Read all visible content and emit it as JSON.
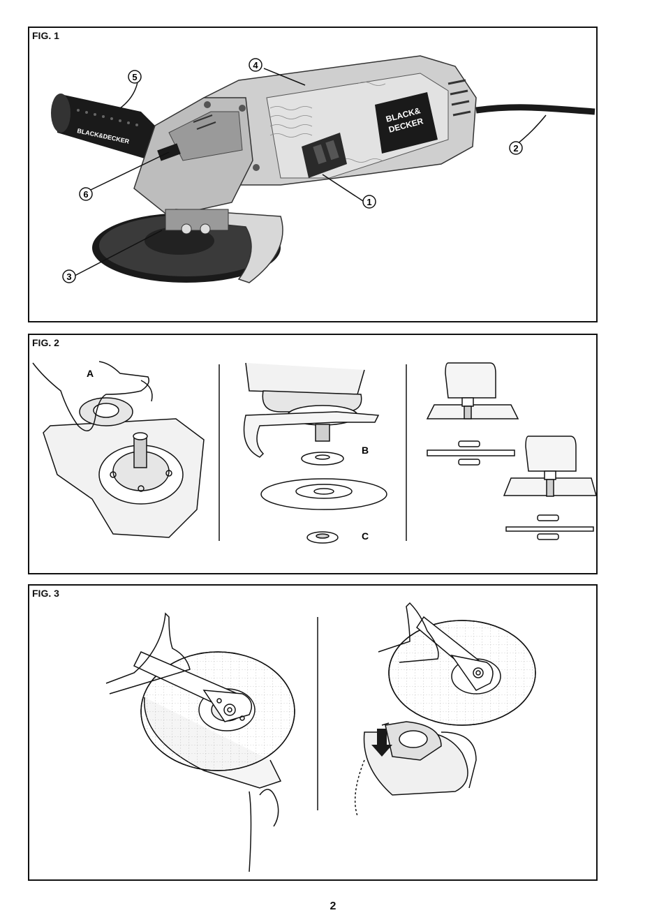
{
  "fig1": {
    "label": "FIG. 1",
    "callouts": [
      "1",
      "2",
      "3",
      "4",
      "5",
      "6"
    ],
    "brand_lines": [
      "BLACK&",
      "DECKER"
    ],
    "handle_brand": "BLACK&DECKER"
  },
  "fig2": {
    "label": "FIG. 2",
    "letters": [
      "A",
      "B",
      "C"
    ]
  },
  "fig3": {
    "label": "FIG. 3"
  },
  "page_number": "2",
  "colors": {
    "body_grey": "#cfcfcf",
    "dark": "#1a1a1a",
    "mid_grey": "#8a8a8a",
    "light_grey": "#e6e6e6"
  }
}
